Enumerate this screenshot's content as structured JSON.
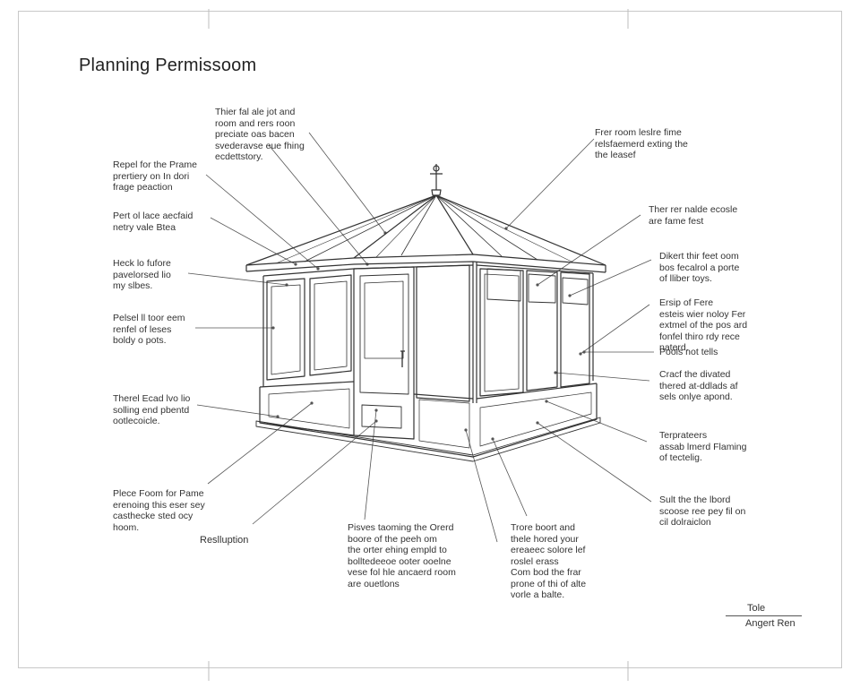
{
  "title": "Planning Permissoom",
  "notes": {
    "top_center": "Thier fal ale jot and\nroom and rers roon\npreciate oas bacen\nsvederavse eue fhing\necdettstory.",
    "top_right": "Frer room leslre fime\nrelsfaemerd exting the\nthe leasef",
    "left_1": "Repel for the Prame\nprertiery on In dori\nfrage peaction",
    "left_2": "Pert ol lace aecfaid\nnetry vale Btea",
    "left_3": "Heck lo fufore\npavelorsed lio\nmy slbes.",
    "left_4": "Pelsel ll toor eem\nrenfel of leses\nboldy o pots.",
    "left_5": "Therel Ecad lvo lio\nsolling end pbentd\nootlecoicle.",
    "left_6": "Plece Foom for Pame\nerenoing this eser sey\ncasthecke sted ocy\nhoom.",
    "right_1": "Ther rer nalde ecosle\nare fame fest",
    "right_2": "Dikert thir feet oom\nbos fecalrol a porte\nof lliber toys.",
    "right_3": "Ersip of Fere\nesteis wier noloy Fer\nextmel of the pos ard\nfonfel thiro rdy rece\nnaterd.",
    "right_4": "Pools not tells",
    "right_5": "Cracf the divated\nthered at-ddlads af\nsels onlye apond.",
    "right_6": "Terprateers\nassab lmerd Flaming\nof tectelig.",
    "right_7": "Sult the the lbord\nscoose ree pey fil on\ncil dolraiclon",
    "bottom_center": "Pisves taoming the Orerd\nboore of the peeh om\nthe orter ehing empld to\nbolltedeeoe ooter ooelne\nvese fol hle ancaerd room\nare ouetlons",
    "bottom_right": "Trore boort and\nthele hored your\nereaeec solore lef\nroslel erass\nCom bod the frar\nprone of thi of alte\nvorle a balte."
  },
  "caption": "Reslluption",
  "title_block": {
    "label": "Tole",
    "value": "Angert Ren"
  }
}
